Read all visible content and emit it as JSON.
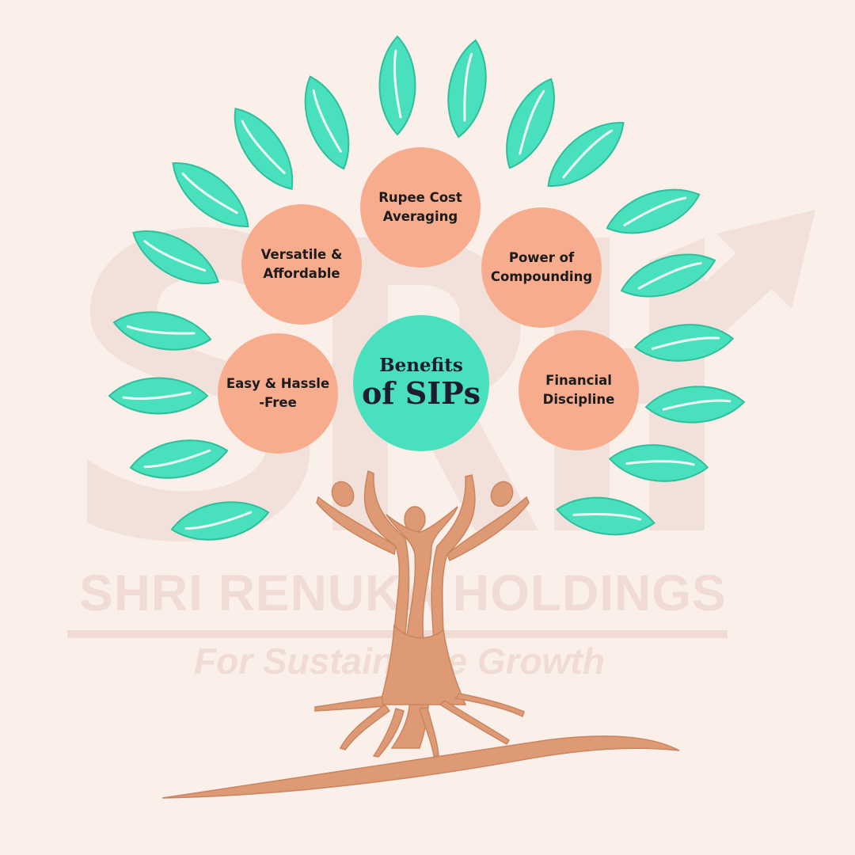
{
  "title": {
    "line1": "Benefits",
    "line2": "of SIPs"
  },
  "benefits": [
    {
      "id": "rupee-cost-averaging",
      "label": "Rupee Cost\nAveraging"
    },
    {
      "id": "versatile-affordable",
      "label": "Versatile &\nAffordable"
    },
    {
      "id": "power-of-compounding",
      "label": "Power of\nCompounding"
    },
    {
      "id": "easy-hassle-free",
      "label": "Easy & Hassle\n-Free"
    },
    {
      "id": "financial-discipline",
      "label": "Financial\nDiscipline"
    }
  ],
  "watermark": {
    "company": "SHRI RENUKA HOLDINGS",
    "tagline": "For Sustainable Growth"
  },
  "colors": {
    "background": "#fbefe9",
    "leaf": "#48e0bd",
    "benefit_circle": "#f6ac8d",
    "center_circle": "#48e0bd",
    "trunk": "#dd9a74",
    "watermark": "#f0dcd5"
  }
}
